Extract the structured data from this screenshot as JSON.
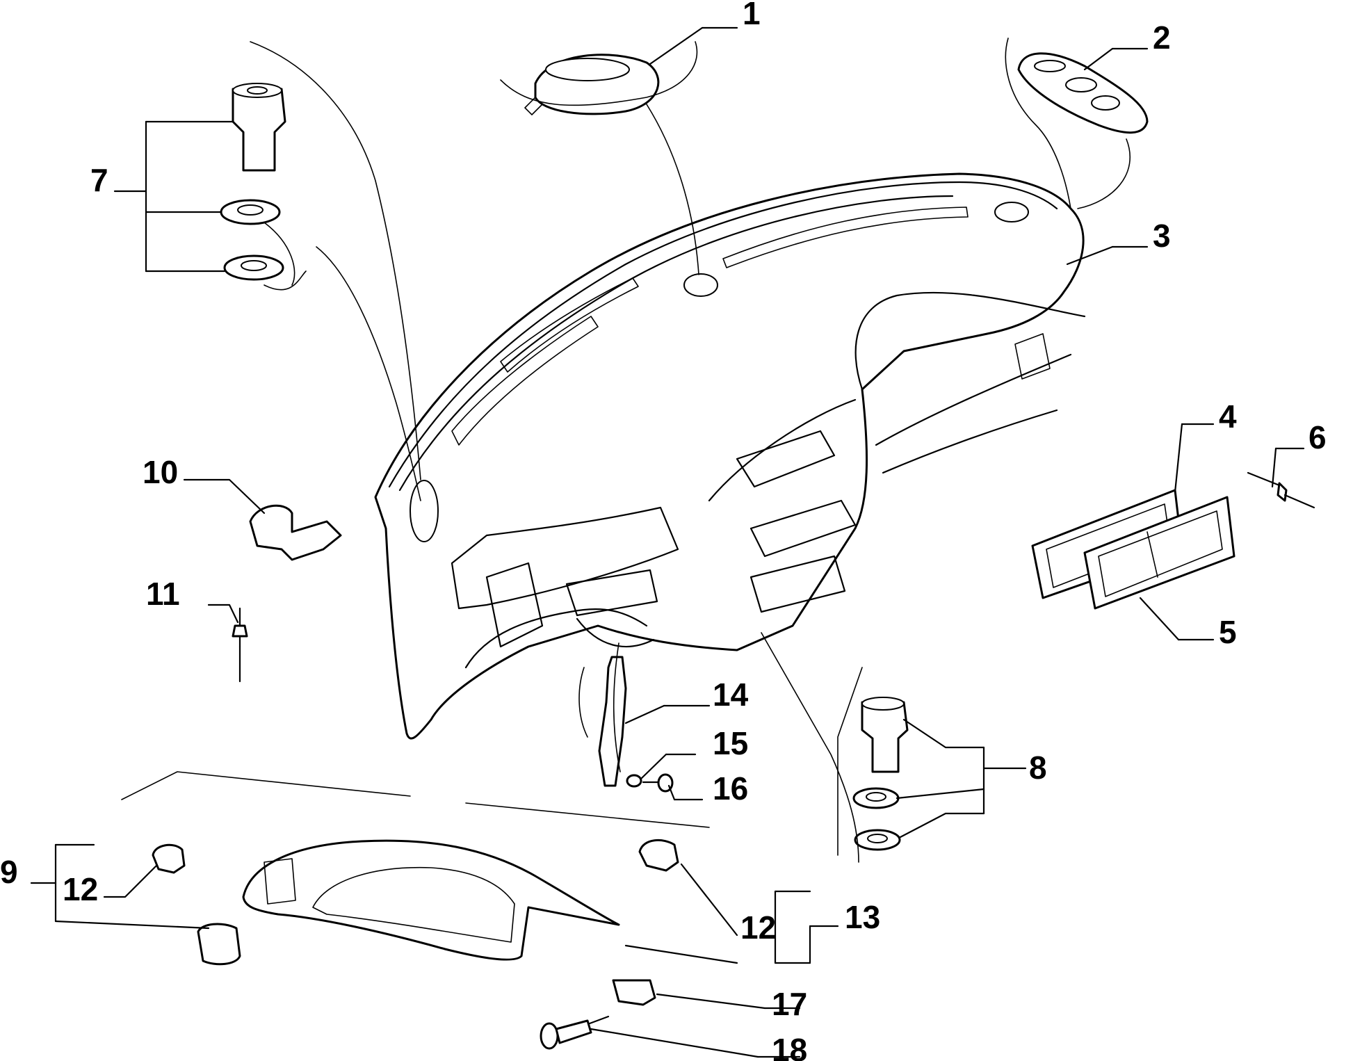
{
  "labels": {
    "l1": "1",
    "l2": "2",
    "l3": "3",
    "l4": "4",
    "l5": "5",
    "l6": "6",
    "l7": "7",
    "l8": "8",
    "l9": "9",
    "l10": "10",
    "l11": "11",
    "l12a": "12",
    "l12b": "12",
    "l13": "13",
    "l14": "14",
    "l15": "15",
    "l16": "16",
    "l17": "17",
    "l18": "18"
  }
}
